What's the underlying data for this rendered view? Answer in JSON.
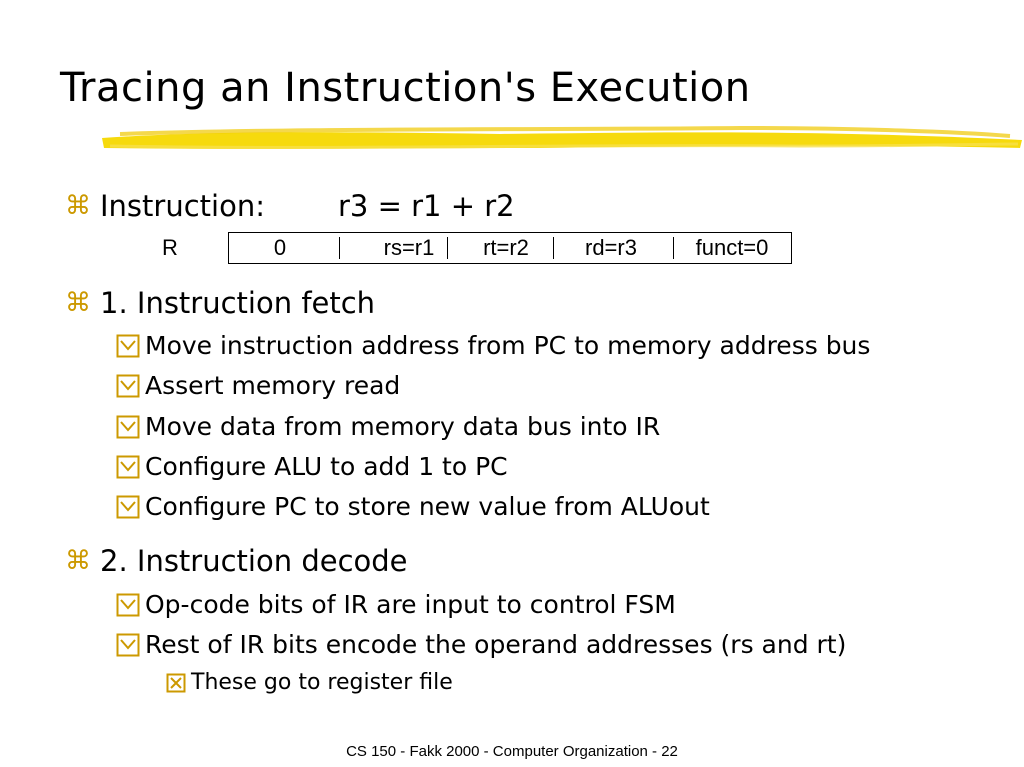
{
  "slide": {
    "title": "Tracing an Instruction's Execution",
    "colors": {
      "highlighter": "#f5d800",
      "bullet": "#cc9900"
    },
    "icons": {
      "level1": "command-key-icon",
      "level2": "checkbox-check-icon",
      "level3": "checkbox-x-icon"
    },
    "instruction": {
      "label": "Instruction:",
      "expr": "r3 = r1 + r2"
    },
    "r_format": {
      "label": "R",
      "fields": [
        "0",
        "rs=r1",
        "rt=r2",
        "rd=r3",
        "funct=0"
      ]
    },
    "step1": {
      "heading": "1.  Instruction fetch",
      "items": [
        "Move instruction address from PC to memory address bus",
        "Assert memory read",
        "Move data from memory data bus into IR",
        "Configure ALU to add 1 to PC",
        "Configure PC to store new value from ALUout"
      ]
    },
    "step2": {
      "heading": "2.  Instruction decode",
      "items": [
        "Op-code bits of IR are input to control FSM",
        "Rest of IR bits encode the operand addresses (rs and rt)"
      ],
      "subitems": [
        "These go to register file"
      ]
    },
    "footer": "CS 150 - Fakk 2000 - Computer Organization - 22"
  }
}
